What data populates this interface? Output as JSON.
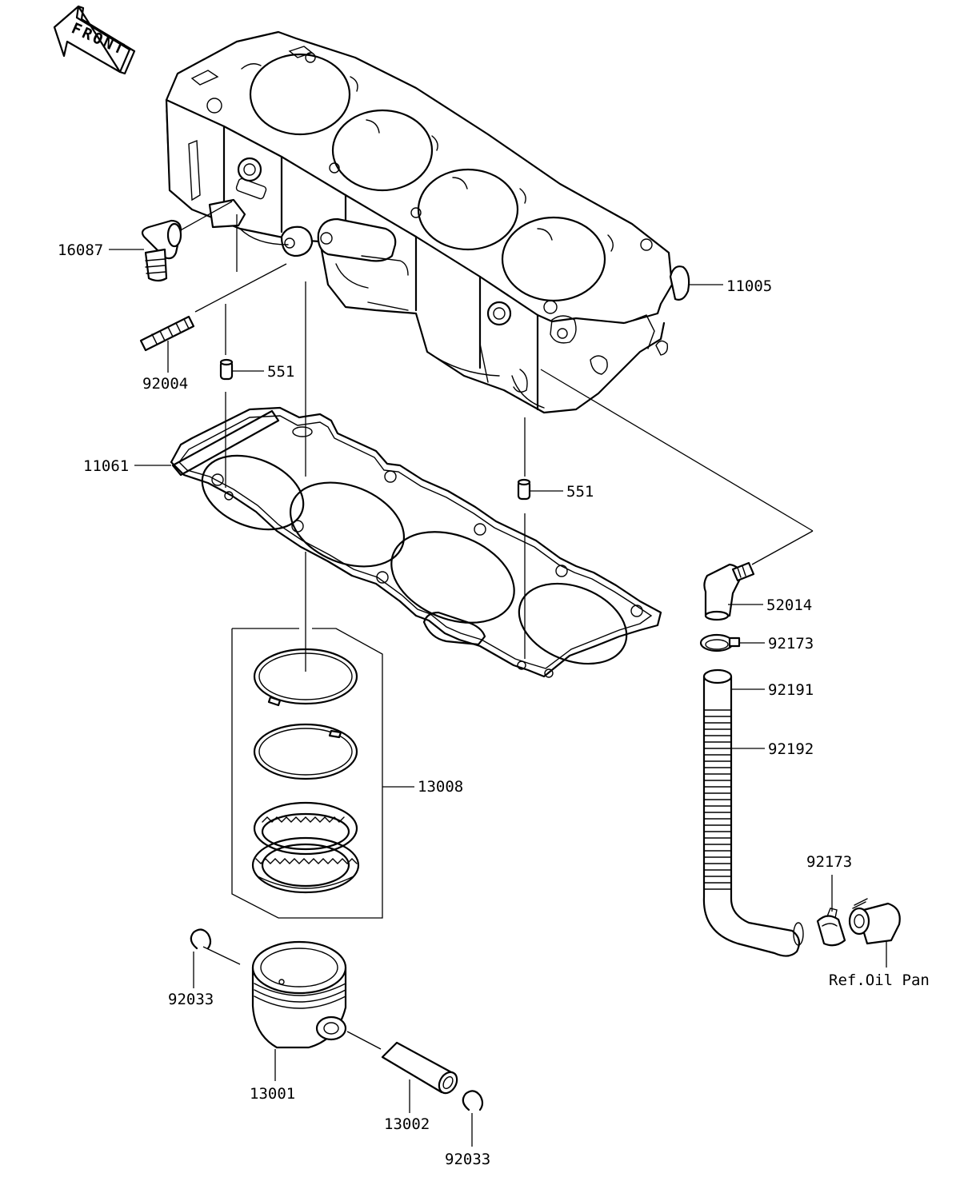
{
  "diagram": {
    "front_label": "FRONT",
    "parts": {
      "p16087": "16087",
      "p92004": "92004",
      "p551a": "551",
      "p551b": "551",
      "p11061": "11061",
      "p11005": "11005",
      "p52014": "52014",
      "p92173a": "92173",
      "p92191": "92191",
      "p92192": "92192",
      "p13008": "13008",
      "p92173b": "92173",
      "p_ref_oil_pan": "Ref.Oil Pan",
      "p92033a": "92033",
      "p13001": "13001",
      "p13002": "13002",
      "p92033b": "92033"
    }
  }
}
